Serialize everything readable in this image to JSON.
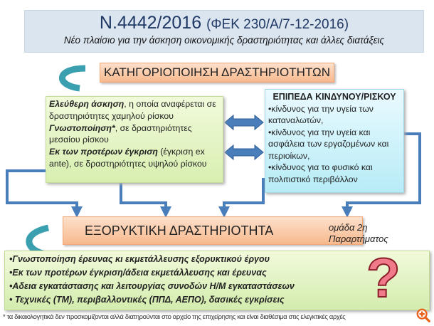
{
  "title": {
    "main": "N.4442/2016",
    "gazette": "(ΦΕΚ 230/Α/7-12-2016)",
    "subtitle": "Νέο πλαίσιο για την άσκηση οικονομικής δραστηριότητας και άλλες διατάξεις"
  },
  "categorization": "ΚΑΤΗΓΟΡΙΟΠΟΙΗΣΗ ΔΡΑΣΤΗΡΙΟΤΗΤΩΝ",
  "left_box": [
    {
      "bold": "Ελεύθερη άσκηση",
      "text": ", η οποία αναφέρεται σε δραστηριότητες χαμηλού ρίσκου"
    },
    {
      "bold": "Γνωστοποίηση*",
      "text": ", σε δραστηριότητες μεσαίου ρίσκου"
    },
    {
      "bold": "Εκ των προτέρων έγκριση",
      "text": " (έγκριση ex ante), σε δραστηριότητες υψηλού ρίσκου"
    }
  ],
  "right_box": {
    "title": "ΕΠΙΠΕΔΑ ΚΙΝΔΥΝΟΥ/ΡΙΣΚΟΥ",
    "items": [
      "•κίνδυνος για την υγεία των καταναλωτών,",
      "•κίνδυνος για την υγεία και ασφάλεια των εργαζομένων και περιοίκων,",
      "•κίνδυνος για το φυσικό και πολιτιστικό περιβάλλον"
    ]
  },
  "mining": {
    "label": "ΕΞΟΡΥΚΤΙΚΗ ΔΡΑΣΤΗΡΙΟΤΗΤΑ",
    "group": "ομάδα 2η",
    "annex": "Παραρτήματος"
  },
  "bottom_items": [
    "•Γνωστοποίηση έρευνας κι εκμετάλλευσης εξορυκτικού έργου",
    "•Εκ των προτέρων έγκριση/άδεια  εκμετάλλευσης και έρευνας",
    "•Αδεια εγκατάστασης και λειτουργίας συνοδών Η/Μ εγκαταστάσεων",
    "• Τεχνικές (ΤΜ), περιβαλλοντικές (ΠΠΔ, ΑΕΠΟ), δασικές εγκρίσεις"
  ],
  "question_mark": "?",
  "footnote": "*  τα δικαιολογητικά δεν προσκομίζονται αλλά διατηρούνται στο αρχείο της επιχείρησης και είναι διαθέσιμα  στις ελεγκτικές αρχές",
  "colors": {
    "arrow": "#4a7ebb",
    "orange": "#f7b98d",
    "green": "#d8efb0",
    "cyan": "#b7ecf7"
  }
}
